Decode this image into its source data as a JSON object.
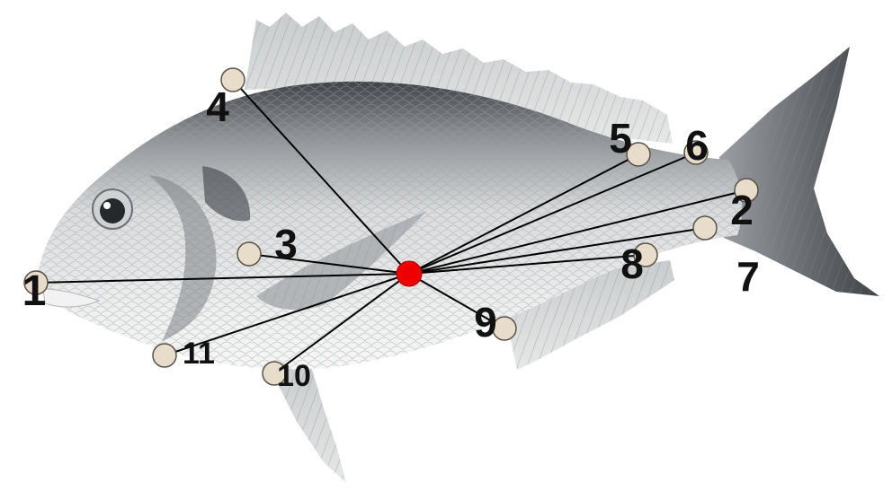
{
  "colors": {
    "background": "#ffffff",
    "fish_body": "#d8dadb",
    "fish_dark": "#5b5f63",
    "fin": "#b9bcbc",
    "center_marker": "#ee0000",
    "landmark_fill": "#e8dcca",
    "line": "#000000"
  },
  "diagram": {
    "subject": "fish-silhouette",
    "center": {
      "name": "centroid"
    },
    "landmarks": [
      {
        "id": "1",
        "label": "1"
      },
      {
        "id": "2",
        "label": "2"
      },
      {
        "id": "3",
        "label": "3"
      },
      {
        "id": "4",
        "label": "4"
      },
      {
        "id": "5",
        "label": "5"
      },
      {
        "id": "6",
        "label": "6"
      },
      {
        "id": "7",
        "label": "7"
      },
      {
        "id": "8",
        "label": "8"
      },
      {
        "id": "9",
        "label": "9"
      },
      {
        "id": "10",
        "label": "10"
      },
      {
        "id": "11",
        "label": "11"
      }
    ]
  }
}
